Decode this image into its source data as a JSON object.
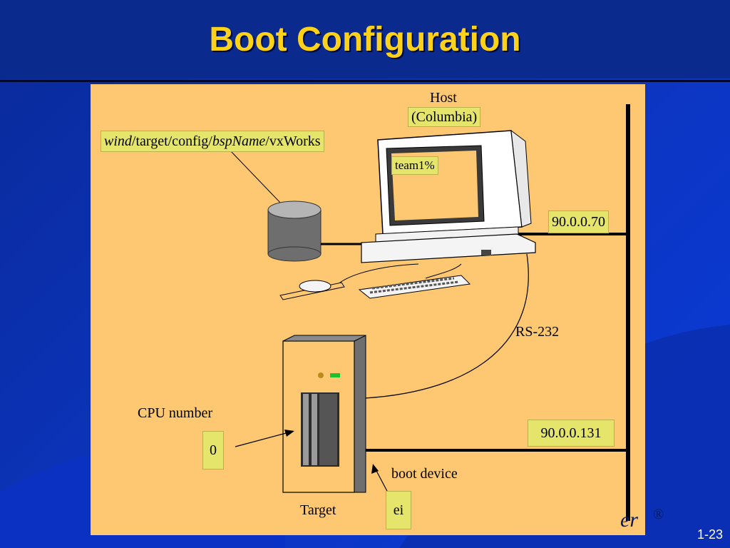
{
  "slide": {
    "title": "Boot Configuration",
    "page_number": "1-23",
    "logo_fragment": "er",
    "logo_mark": "®"
  },
  "diagram": {
    "host_label": "Host",
    "host_name": "(Columbia)",
    "path_italic_1": "wind",
    "path_part_1": "/target/config/",
    "path_italic_2": "bspName",
    "path_part_2": "/vxWorks",
    "prompt": "team1%",
    "host_ip": "90.0.0.70",
    "serial_label": "RS-232",
    "target_ip": "90.0.0.131",
    "cpu_label": "CPU number",
    "cpu_value": "0",
    "boot_device_label": "boot device",
    "boot_device_value": "ei",
    "target_label": "Target"
  },
  "colors": {
    "title": "#ffd21a",
    "panel": "#fdc871",
    "label_box": "#e6e56b",
    "background": "#0c35c0"
  }
}
